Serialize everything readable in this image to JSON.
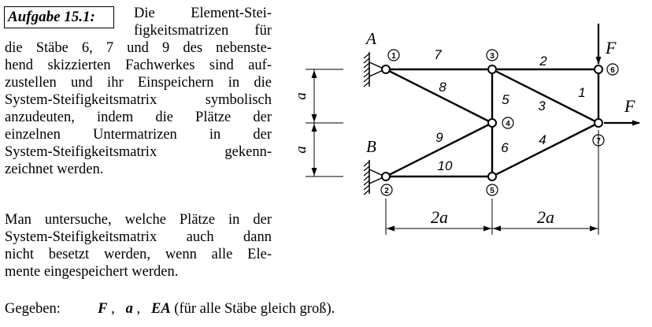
{
  "task": {
    "label": "Aufgabe 15.1:",
    "lines_first": [
      "Die Element-Stei-",
      "figkeitsmatrizen für"
    ],
    "lines_body": [
      "die Stäbe 6, 7 und 9 des nebenste-",
      "hend skizzierten Fachwerkes sind auf-",
      "zustellen und ihr Einspeichern in die",
      "System-Steifigkeitsmatrix symbolisch",
      "anzudeuten, indem die Plätze der",
      "einzelnen Untermatrizen in der",
      "System-Steifigkeitsmatrix gekenn-",
      "zeichnet werden."
    ],
    "lines_second": [
      "Man untersuche, welche Plätze in der",
      "System-Steifigkeitsmatrix auch dann",
      "nicht besetzt werden, wenn alle Ele-",
      "mente eingespeichert werden."
    ]
  },
  "given": {
    "label": "Gegeben:",
    "sym_F": "F",
    "sym_a": "a",
    "sym_EA": "EA",
    "note": "(für alle Stäbe gleich groß)."
  },
  "figure": {
    "support_A": "A",
    "support_B": "B",
    "force_label_top": "F",
    "force_label_right": "F",
    "dim_horizontal_left": "2a",
    "dim_horizontal_right": "2a",
    "dim_vertical_top": "a",
    "dim_vertical_bottom": "a",
    "nodes": [
      "1",
      "2",
      "3",
      "4",
      "5",
      "6",
      "7"
    ],
    "members": [
      "1",
      "2",
      "3",
      "4",
      "5",
      "6",
      "7",
      "8",
      "9",
      "10"
    ]
  }
}
